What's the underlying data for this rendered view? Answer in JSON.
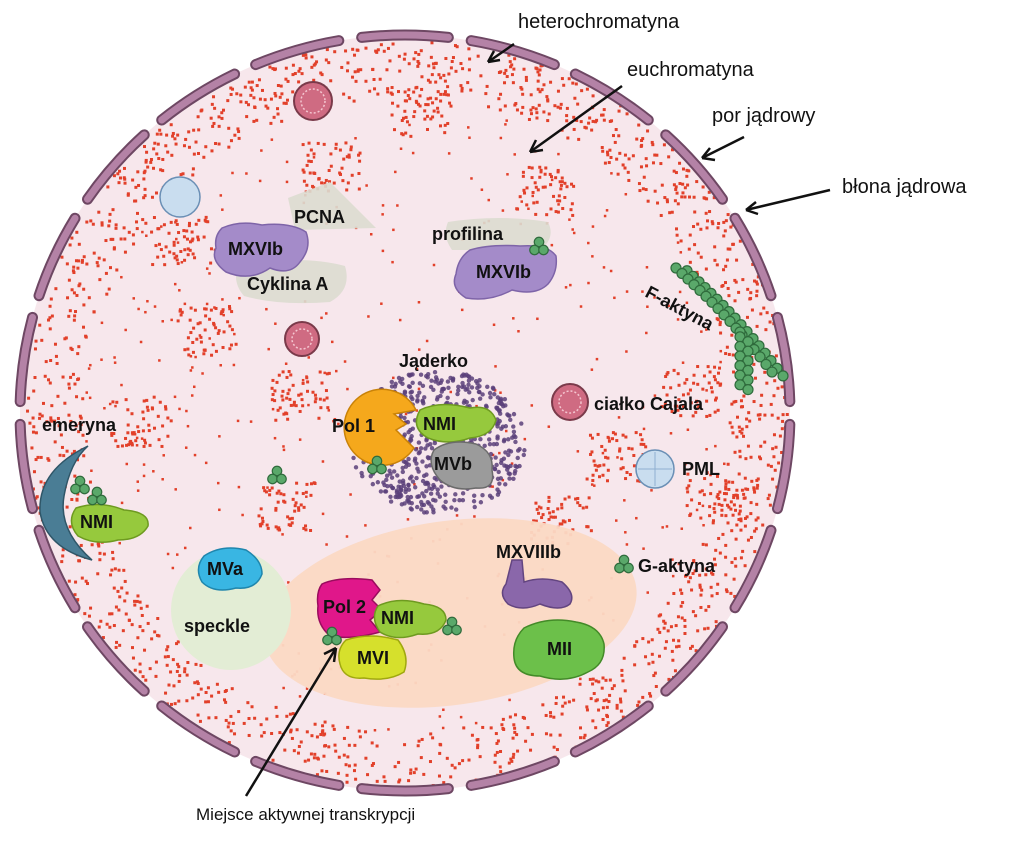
{
  "colors": {
    "membrane": "#b482a6",
    "membrane_stroke": "#6e4763",
    "nucleoplasm": "#f7e7ec",
    "chromatin_dots": "#e2402a",
    "speckle": "#e3edd5",
    "transcription_zone": "#fbd9c4",
    "nmi": "#96c93d",
    "mxvib": "#a48bc9",
    "mxviiib": "#8a67aa",
    "pol1": "#f5a81c",
    "pol2": "#e0178a",
    "mvi": "#d6e02c",
    "mva": "#39b6e3",
    "mii": "#6cc04a",
    "mvb": "#9b9b9b",
    "actin": "#5aa86a",
    "pml": "#c9ddef",
    "cajal": "#cf6b82",
    "emerin": "#4a7d95",
    "nucleolus_dots": "#5b3f7a",
    "faded_protein": "#dcdcd0"
  },
  "outer_labels": {
    "heterochromatin": "heterochromatyna",
    "euchromatin": "euchromatyna",
    "nuclear_pore": "por jądrowy",
    "nuclear_envelope": "błona jądrowa",
    "active_transcription_site": "Miejsce aktywnej transkrypcji"
  },
  "inner_labels": {
    "pcna": "PCNA",
    "mxvib_left": "MXVIb",
    "cyclin_a": "Cyklina A",
    "profilin": "profilina",
    "mxvib_right": "MXVIb",
    "f_actin": "F-aktyna",
    "nucleolus": "Jąderko",
    "pol1": "Pol 1",
    "nmi_nucleolus": "NMI",
    "mvb": "MVb",
    "cajal_body": "ciałko Cajala",
    "emerin": "emeryna",
    "nmi_emerin": "NMI",
    "pml": "PML",
    "mxviiib": "MXVIIIb",
    "g_actin": "G-aktyna",
    "mva": "MVa",
    "speckle": "speckle",
    "pol2": "Pol 2",
    "nmi_transcription": "NMI",
    "mvi": "MVI",
    "mii": "MII"
  }
}
